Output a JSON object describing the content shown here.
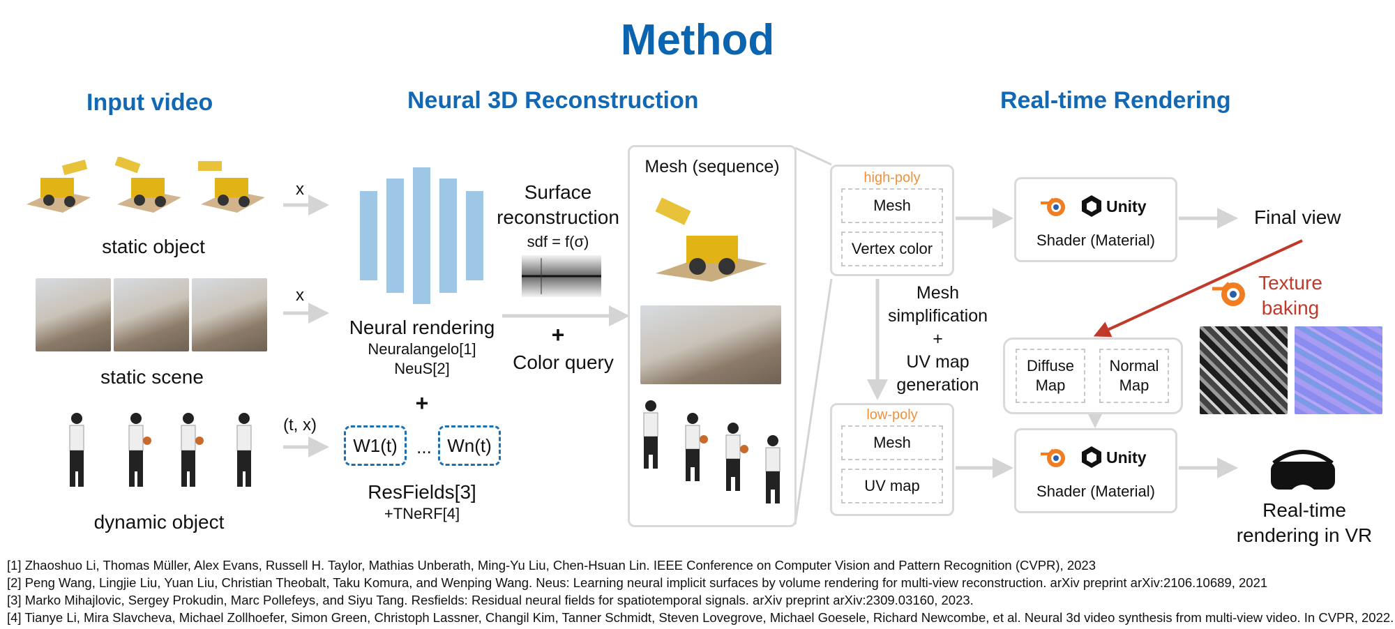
{
  "title": "Method",
  "sections": {
    "input": "Input video",
    "neural": "Neural 3D Reconstruction",
    "realtime": "Real-time Rendering"
  },
  "input_rows": {
    "static_object": "static object",
    "static_scene": "static scene",
    "dynamic_object": "dynamic object",
    "x1": "x",
    "x2": "x",
    "tx": "(t, x)"
  },
  "neural": {
    "rendering": "Neural rendering",
    "ref1": "Neuralangelo[1]",
    "ref2": "NeuS[2]",
    "plus": "+",
    "w1": "W1(t)",
    "dots": "...",
    "wn": "Wn(t)",
    "resfields": "ResFields[3]",
    "tnerf": "+TNeRF[4]"
  },
  "surface": {
    "line1": "Surface",
    "line2": "reconstruction",
    "sdf": "sdf = f(σ)",
    "plus": "+",
    "color_query": "Color query"
  },
  "mesh_panel": {
    "title": "Mesh (sequence)"
  },
  "high_poly": {
    "title": "high-poly",
    "mesh": "Mesh",
    "vertex": "Vertex color"
  },
  "low_poly": {
    "title": "low-poly",
    "mesh": "Mesh",
    "uv": "UV map"
  },
  "simplification": {
    "l1": "Mesh",
    "l2": "simplification",
    "plus": "+",
    "l3": "UV map",
    "l4": "generation"
  },
  "engine_top": {
    "unity": "Unity",
    "shader": "Shader (Material)"
  },
  "engine_bottom": {
    "unity": "Unity",
    "shader": "Shader (Material)"
  },
  "maps": {
    "diffuse_1": "Diffuse",
    "diffuse_2": "Map",
    "normal_1": "Normal",
    "normal_2": "Map"
  },
  "final_view": "Final view",
  "texture_baking": {
    "l1": "Texture",
    "l2": "baking"
  },
  "vr": {
    "l1": "Real-time",
    "l2": "rendering in VR"
  },
  "references": [
    "[1] Zhaoshuo Li, Thomas Müller, Alex Evans, Russell H. Taylor, Mathias Unberath, Ming-Yu Liu, Chen-Hsuan Lin. IEEE Conference on Computer Vision and Pattern Recognition (CVPR), 2023",
    "[2] Peng Wang, Lingjie Liu, Yuan Liu, Christian Theobalt, Taku Komura, and Wenping Wang. Neus: Learning neural implicit surfaces by volume rendering for multi-view reconstruction. arXiv preprint arXiv:2106.10689, 2021",
    "[3] Marko Mihajlovic, Sergey Prokudin, Marc Pollefeys, and Siyu Tang. Resfields: Residual neural fields for spatiotemporal signals. arXiv preprint arXiv:2309.03160, 2023.",
    "[4] Tianye Li, Mira Slavcheva, Michael Zollhoefer, Simon Green, Christoph Lassner, Changil Kim, Tanner Schmidt, Steven Lovegrove, Michael Goesele, Richard Newcombe, et al. Neural 3d video synthesis from multi-view video. In CVPR, 2022."
  ],
  "colors": {
    "title": "#0a64b0",
    "bars": "#9ec7e6",
    "arrow": "#d4d4d4",
    "baking_arrow": "#c0392b",
    "poly_label": "#f0913a",
    "blender": "#f07d21"
  },
  "icons": [
    "blender-logo-icon",
    "unity-logo-icon",
    "vr-headset-icon"
  ]
}
